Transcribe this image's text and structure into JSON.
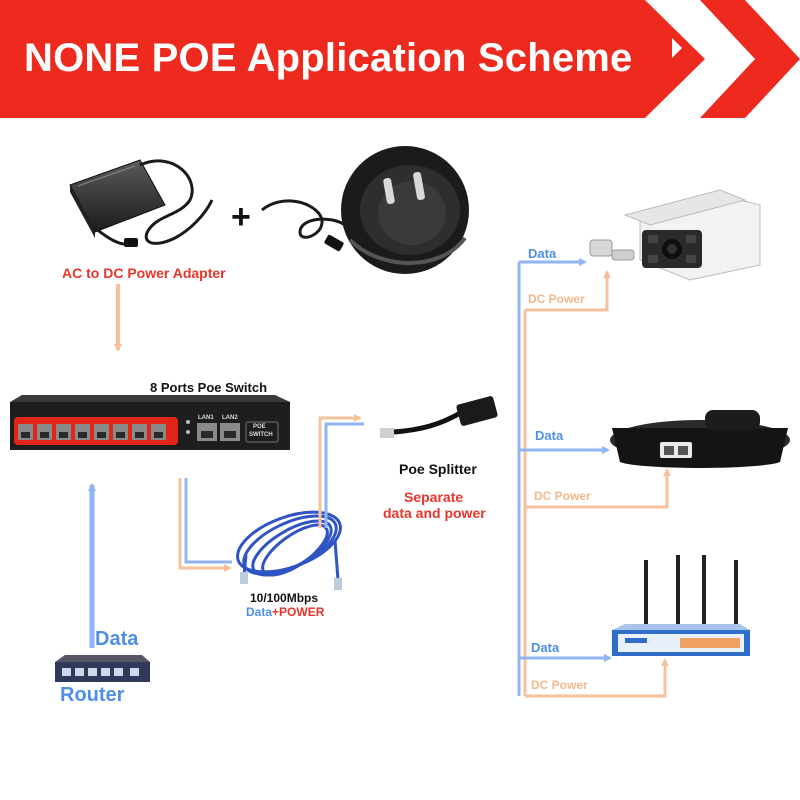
{
  "banner": {
    "title": "NONE POE Application Scheme"
  },
  "colors": {
    "banner_red": "#ee2a1f",
    "data_blue": "#8fb5f4",
    "power_peach": "#f7c29b",
    "label_red": "#e8352a",
    "label_blue": "#4f8fe8"
  },
  "adapter": {
    "label": "AC to DC Power Adapter",
    "plus": "+"
  },
  "switch": {
    "label": "8 Ports Poe Switch",
    "tag_line1": "POE",
    "tag_line2": "SWITCH",
    "lan1": "LAN1",
    "lan2": "LAN2"
  },
  "router": {
    "data_label": "Data",
    "label": "Router"
  },
  "cable": {
    "line1": "10/100Mbps",
    "line2_data": "Data",
    "line2_plus": "+",
    "line2_power": "POWER"
  },
  "splitter": {
    "label": "Poe Splitter",
    "sub_line1": "Separate",
    "sub_line2": "data and power"
  },
  "devices": [
    {
      "name": "camera",
      "data_label": "Data",
      "power_label": "DC Power"
    },
    {
      "name": "phone",
      "data_label": "Data",
      "power_label": "DC Power"
    },
    {
      "name": "wifi-router",
      "data_label": "Data",
      "power_label": "DC Power"
    }
  ]
}
